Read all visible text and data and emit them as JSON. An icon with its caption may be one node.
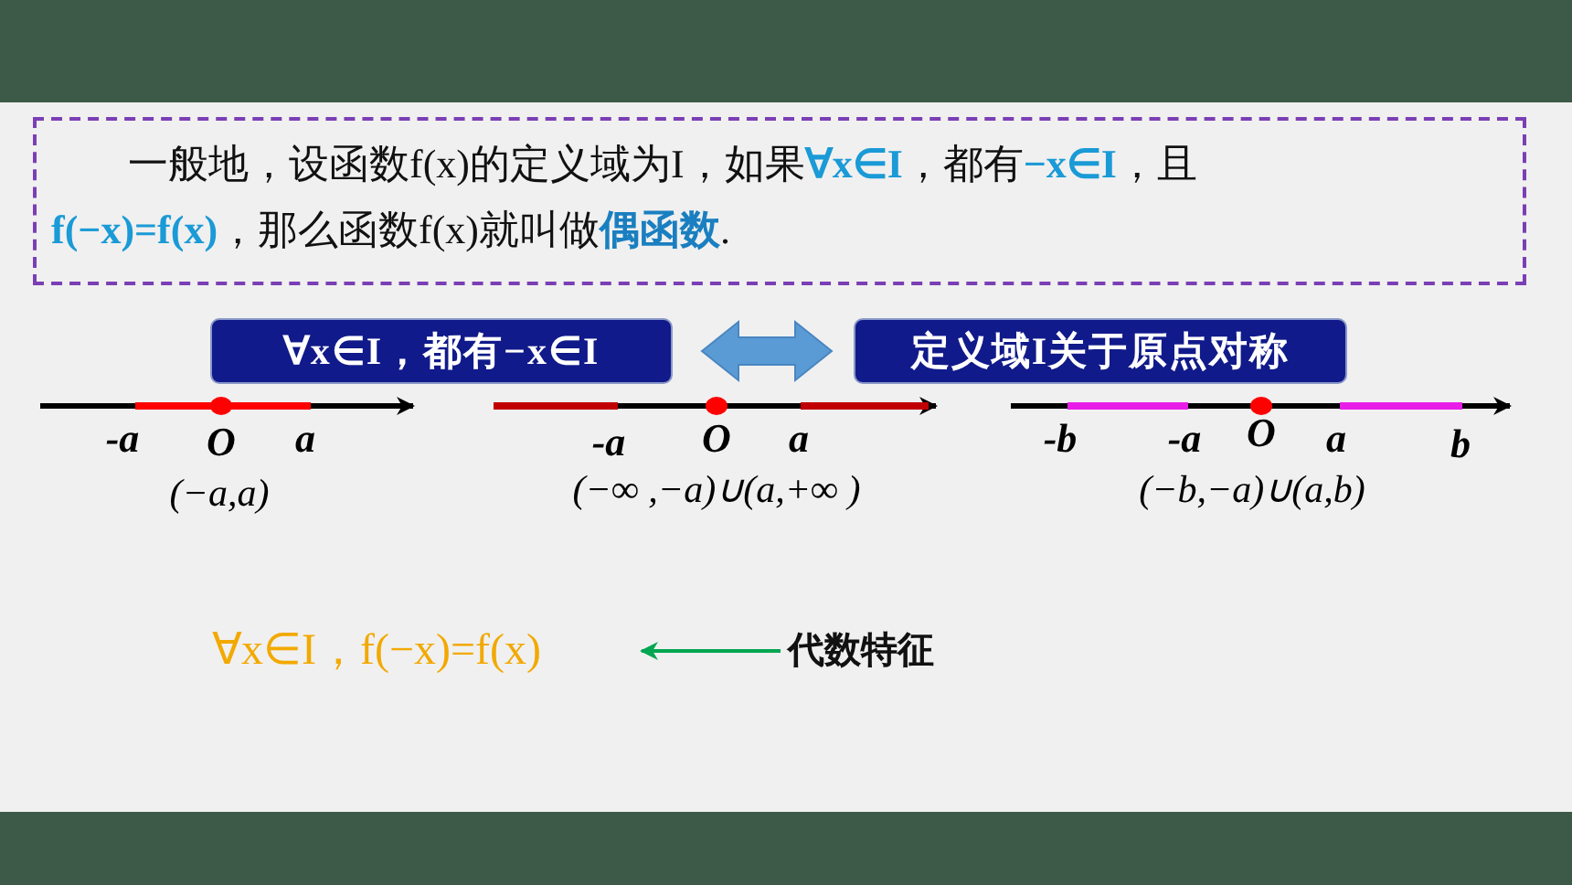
{
  "diagram": {
    "nodes": [
      {
        "text": [
          "一般地，设函数f(x)的定义域为I，如果**∀x∈I**，都有**−x∈I**，且**f(−x)=f(x)**，那么函数f(x)就叫做**偶函数**."
        ]
      },
      {
        "text": [
          "∀x∈I，都有−x∈I"
        ]
      },
      {
        "text": [
          "定义域I关于原点对称"
        ]
      },
      {
        "text": [
          "∀x∈I，f(−x)=f(x)"
        ]
      },
      {
        "text": [
          "代数特征"
        ]
      }
    ],
    "edges": [
      {
        "from": 1,
        "to": 2,
        "arrow": "both",
        "style": "thick"
      },
      {
        "from": 4,
        "to": 3,
        "arrow": "to",
        "color": "#00a651"
      }
    ],
    "labels": [
      "-a",
      "O",
      "a",
      "(−a,a)",
      "-a",
      "O",
      "a",
      "(−∞ ,−a)∪(a,+∞ )",
      "-b",
      "-a",
      "O",
      "a",
      "b",
      "(−b,−a)∪(a,b)"
    ]
  }
}
